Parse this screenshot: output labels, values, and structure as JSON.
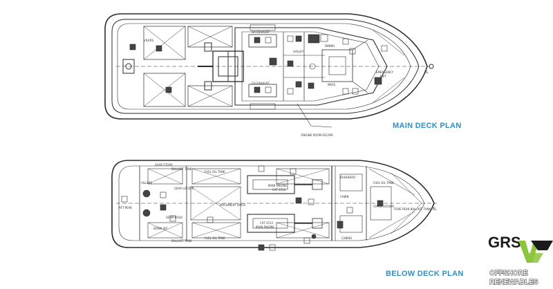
{
  "main_deck": {
    "title": "MAIN DECK PLAN",
    "labels": {
      "villers": "VILERS",
      "ga_exhaust": "GA EXHAUST",
      "ga_exhaust_2": "GA EXHAUST",
      "galley": "GALLEY",
      "dining": "DINING",
      "mess": "MESS",
      "emergency": "EMERGENCY",
      "exit": "EXIT",
      "engine_room_escape": "ENGINE ROOM ESCAPE",
      "el": "EL"
    }
  },
  "below_deck": {
    "title": "BELOW DECK PLAN",
    "labels": {
      "gear_store": "GEAR STORE",
      "ballast_tank_1": "BALLAST TANK",
      "fuel_oil_tank_top": "FUEL OIL TANK",
      "fuel_oil_tank_bottom": "FUEL OIL TANK",
      "ballast_tank_2": "BALLAST TANK",
      "gear_locker": "GEAR LOCKER",
      "villers": "VILLERS",
      "aft_peak": "AFT PEAK",
      "seam_hold": "SEAM HOLD",
      "drink_wt": "DRINK WT",
      "machinery_space": "MACHINERY SPACE",
      "main_engine_1": "MAIN ENGINE",
      "cat_1": "CAT 3512",
      "main_engine_2": "MAIN ENGINE",
      "cat_2": "CAT 3512",
      "bulkhead": "BULKHEAD",
      "cabin": "CABIN",
      "chain_locker": "CHAIN LOCKER",
      "fuel_oil_tank_fwd": "FUEL OIL TANK",
      "fore_peak_ballast_tank": "FORE PEAK BALLAST TANK",
      "cabins": "CABINS",
      "el": "EL"
    }
  },
  "logo": {
    "brand": "GRS",
    "line1": "OFFSHORE",
    "line2": "RENEWABLES",
    "colors": {
      "green": "#8cc63f",
      "dark": "#1a1a1a"
    }
  },
  "colors": {
    "title": "#2f8fc2",
    "line": "#2a2a2a"
  }
}
